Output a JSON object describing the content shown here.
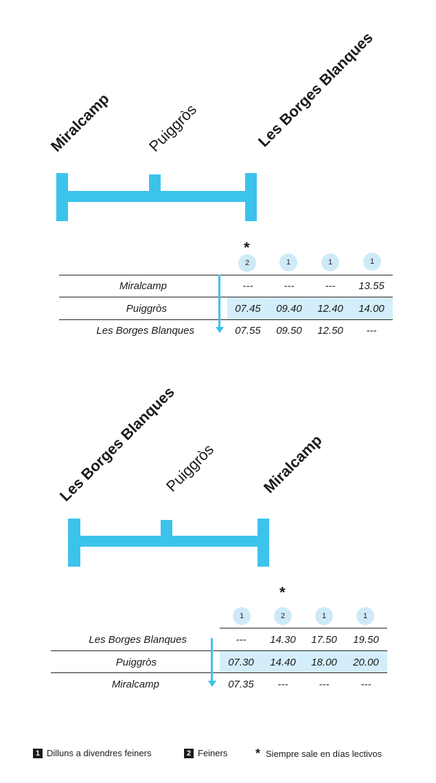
{
  "route1": {
    "stops": [
      "Miralcamp",
      "Puiggròs",
      "Les Borges Blanques"
    ],
    "badges": [
      "2",
      "1",
      "1",
      "1"
    ],
    "star": "*",
    "rows": [
      {
        "label": "Miralcamp",
        "times": [
          "---",
          "---",
          "---",
          "13.55"
        ]
      },
      {
        "label": "Puiggròs",
        "times": [
          "07.45",
          "09.40",
          "12.40",
          "14.00"
        ]
      },
      {
        "label": "Les Borges Blanques",
        "times": [
          "07.55",
          "09.50",
          "12.50",
          "---"
        ]
      }
    ]
  },
  "route2": {
    "stops": [
      "Les Borges Blanques",
      "Puiggròs",
      "Miralcamp"
    ],
    "badges": [
      "1",
      "2",
      "1",
      "1"
    ],
    "star": "*",
    "rows": [
      {
        "label": "Les Borges Blanques",
        "times": [
          "---",
          "14.30",
          "17.50",
          "19.50"
        ]
      },
      {
        "label": "Puiggròs",
        "times": [
          "07.30",
          "14.40",
          "18.00",
          "20.00"
        ]
      },
      {
        "label": "Miralcamp",
        "times": [
          "07.35",
          "---",
          "---",
          "---"
        ]
      }
    ]
  },
  "legend": {
    "item1": {
      "code": "1",
      "text": "Dilluns a divendres feiners"
    },
    "item2": {
      "code": "2",
      "text": "Feiners"
    },
    "item3": {
      "symbol": "*",
      "text": "Siempre sale en días lectivos"
    }
  },
  "colors": {
    "accent": "#3cc3ec",
    "highlight": "#d3eefa",
    "badge": "#cfeaf7"
  }
}
